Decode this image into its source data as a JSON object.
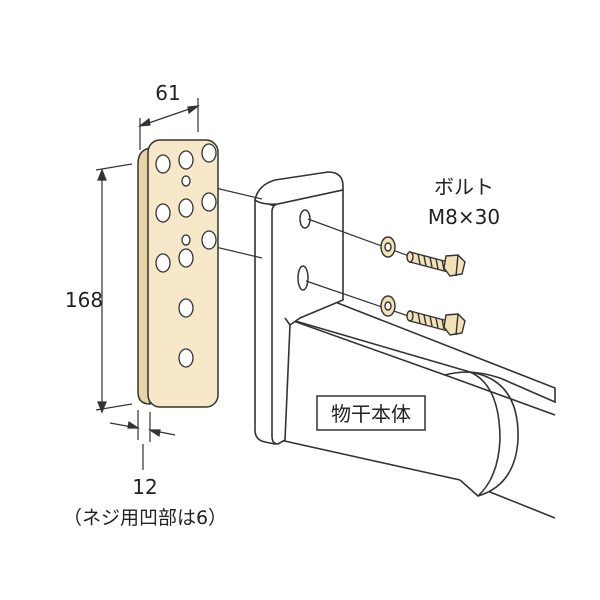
{
  "labels": {
    "width": "61",
    "height": "168",
    "thickness": "12",
    "thickness_note": "（ネジ用凹部は6）",
    "bolt_name": "ボルト",
    "bolt_size": "M8×30",
    "body_label": "物干本体"
  },
  "colors": {
    "plate_fill": "#f6e8c8",
    "plate_edge": "#e9d4a8",
    "line": "#333333",
    "bolt_fill": "#f3e2b8",
    "body_fill": "#ffffff"
  }
}
